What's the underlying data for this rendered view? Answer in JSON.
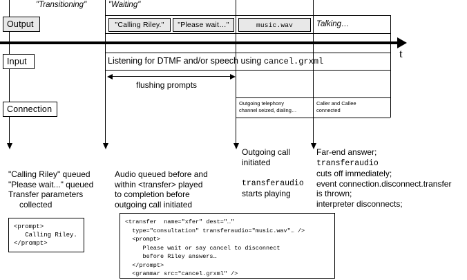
{
  "diagram": {
    "title_states": [
      {
        "label": "\"Transitioning\""
      },
      {
        "label": "\"Waiting\""
      }
    ],
    "time_axis": {
      "label": "t"
    },
    "lanes": [
      {
        "name": "output",
        "label": "Output"
      },
      {
        "name": "input",
        "label": "Input"
      },
      {
        "name": "connection",
        "label": "Connection"
      }
    ],
    "output_row": {
      "chips": [
        {
          "name": "calling-riley",
          "label": "\"Calling Riley.\"",
          "mono": false
        },
        {
          "name": "please-wait",
          "label": "\"Please wait…\"",
          "mono": false
        },
        {
          "name": "music-wav",
          "label": "music.wav",
          "mono": true
        }
      ],
      "talking_label": "Talking…"
    },
    "input_row": {
      "text_plain": "Listening for DTMF and/or speech using ",
      "text_mono": "cancel.grxml"
    },
    "measure": {
      "label": "flushing  prompts"
    },
    "connection_row": {
      "cells": [
        {
          "name": "outgoing-channel",
          "line1": "Outgoing telephony",
          "line2": "channel seized, dialing…"
        },
        {
          "name": "caller-callee",
          "line1": "Caller and Callee",
          "line2": "connected"
        }
      ]
    },
    "notes": [
      {
        "name": "note-transitioning",
        "lines": [
          {
            "text": "\"Calling Riley\"  queued",
            "mono": false,
            "indent": false
          },
          {
            "text": "\"Please wait...\" queued",
            "mono": false,
            "indent": false
          },
          {
            "text": "Transfer parameters",
            "mono": false,
            "indent": false
          },
          {
            "text": "collected",
            "mono": false,
            "indent": true
          }
        ]
      },
      {
        "name": "note-audio-queued",
        "lines": [
          {
            "text": "Audio queued before and",
            "mono": false,
            "indent": false
          },
          {
            "text": "within <transfer> played",
            "mono": false,
            "indent": false
          },
          {
            "text": "to completion before",
            "mono": false,
            "indent": false
          },
          {
            "text": "outgoing call initiated",
            "mono": false,
            "indent": false
          }
        ]
      },
      {
        "name": "note-outgoing-call",
        "lines": [
          {
            "text": "Outgoing call",
            "mono": false,
            "indent": false
          },
          {
            "text": "initiated",
            "mono": false,
            "indent": false
          },
          {
            "text": "",
            "mono": false,
            "indent": false
          },
          {
            "text": "transferaudio",
            "mono": true,
            "indent": false
          },
          {
            "text": "starts playing",
            "mono": false,
            "indent": false
          }
        ]
      },
      {
        "name": "note-far-end-answer",
        "lines": [
          {
            "text": "Far-end answer;",
            "mono": false,
            "indent": false
          },
          {
            "text": "transferaudio",
            "mono": true,
            "indent": false
          },
          {
            "text": "cuts off immediately;",
            "mono": false,
            "indent": false
          },
          {
            "text": "event connection.disconnect.transfer",
            "mono": false,
            "indent": false
          },
          {
            "text": "is thrown;",
            "mono": false,
            "indent": false
          },
          {
            "text": "interpreter  disconnects;",
            "mono": false,
            "indent": false
          }
        ]
      }
    ],
    "code_boxes": [
      {
        "name": "code-prompt-calling-riley",
        "code": "<prompt>\n   Calling Riley.\n</prompt>"
      },
      {
        "name": "code-transfer-element",
        "code": "<transfer  name=\"xfer\" dest=\"…\"\n  type=\"consultation\" transferaudio=\"music.wav\"… />\n  <prompt>\n     Please wait or say cancel to disconnect\n     before Riley answers…\n  </prompt>\n  <grammar src=\"cancel.grxml\" />"
      }
    ],
    "colors": {
      "stroke": "#000000",
      "chip_fill": "#e8e8e8",
      "background": "#ffffff"
    }
  }
}
